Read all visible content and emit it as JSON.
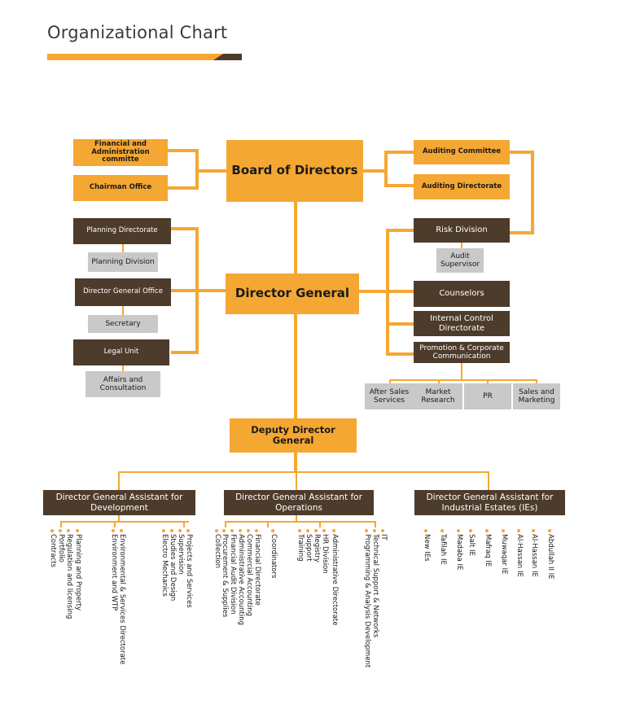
{
  "title": "Organizational Chart",
  "board": "Board of Directors",
  "left_top": {
    "finance": "Financial and Administration committe",
    "chairman": "Chairman Office"
  },
  "right_top": {
    "auditing_committee": "Auditing Committee",
    "auditing_directorate": "Auditing Directorate",
    "risk": "Risk Division",
    "audit_supervisor": "Audit Supervisor"
  },
  "director_general": "Director General",
  "left_mid": {
    "planning": "Planning Directorate",
    "planning_division": "Planning Division",
    "dg_office": "Director General Office",
    "secretary": "Secretary",
    "legal": "Legal Unit",
    "affairs": "Affairs and Consultation"
  },
  "right_mid": {
    "counselors": "Counselors",
    "internal_control": "Internal Control Directorate",
    "promotion": "Promotion & Corporate Communication",
    "sub": [
      "After Sales Services",
      "Market Research",
      "PR",
      "Sales and Marketing"
    ]
  },
  "deputy": "Deputy Director General",
  "assistants": {
    "development": "Director General Assistant for Development",
    "operations": "Director General Assistant for Operations",
    "estates": "Director General Assistant for Industrial Estates (IEs)"
  },
  "development_items": [
    "Contracts",
    "Portfolio",
    "Regulation and licensing",
    "Planning and Property",
    "Environment and WTP",
    "Environmental & Services Directorate",
    "Electro Mechanics",
    "Studies and Design",
    "Supervision",
    "Projects and Services"
  ],
  "operations_items": [
    "Collection",
    "Procurement & Supplies",
    "Financial Audit Division",
    "Administrative Accounting",
    "Commercial Accounting",
    "Financial Directorate",
    "Coordinators",
    "Training",
    "Support",
    "Registry",
    "HR Division",
    "Administrative Directorate",
    "Programming & Analysis Development",
    "Technical Support & Networks",
    "IT"
  ],
  "estates_items": [
    "New IEs",
    "Tafilah IE",
    "Madaba IE",
    "Salt IE",
    "Mafraq IE",
    "Muwaqar IE",
    "Al-Hassan IE",
    "Al-Hassan IE",
    "Abdullah II IE"
  ]
}
